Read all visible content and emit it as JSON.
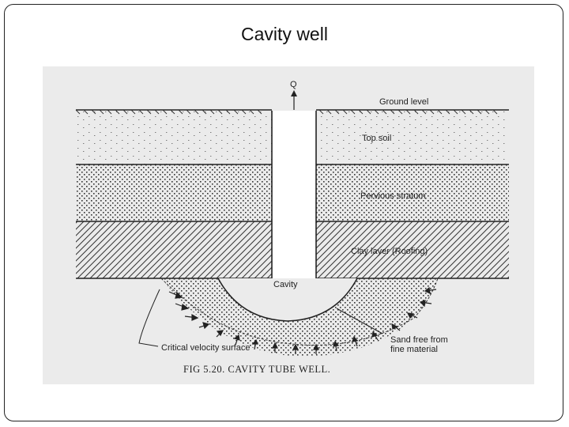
{
  "slide": {
    "title": "Cavity well"
  },
  "figure": {
    "discharge_label": "Q",
    "layers": [
      {
        "name": "ground-level",
        "label": "Ground level"
      },
      {
        "name": "top-soil",
        "label": "Top soil"
      },
      {
        "name": "pervious-stratum",
        "label": "Pervious stratum"
      },
      {
        "name": "clay-layer",
        "label": "Clay layer (Roofing)"
      }
    ],
    "cavity_label": "Cavity",
    "sand_label_line1": "Sand free from",
    "sand_label_line2": "fine material",
    "critical_surface_label": "Critical velocity surface",
    "caption": "FIG 5.20. CAVITY TUBE WELL."
  },
  "colors": {
    "figure_bg": "#ebebeb",
    "ink": "#222222"
  }
}
